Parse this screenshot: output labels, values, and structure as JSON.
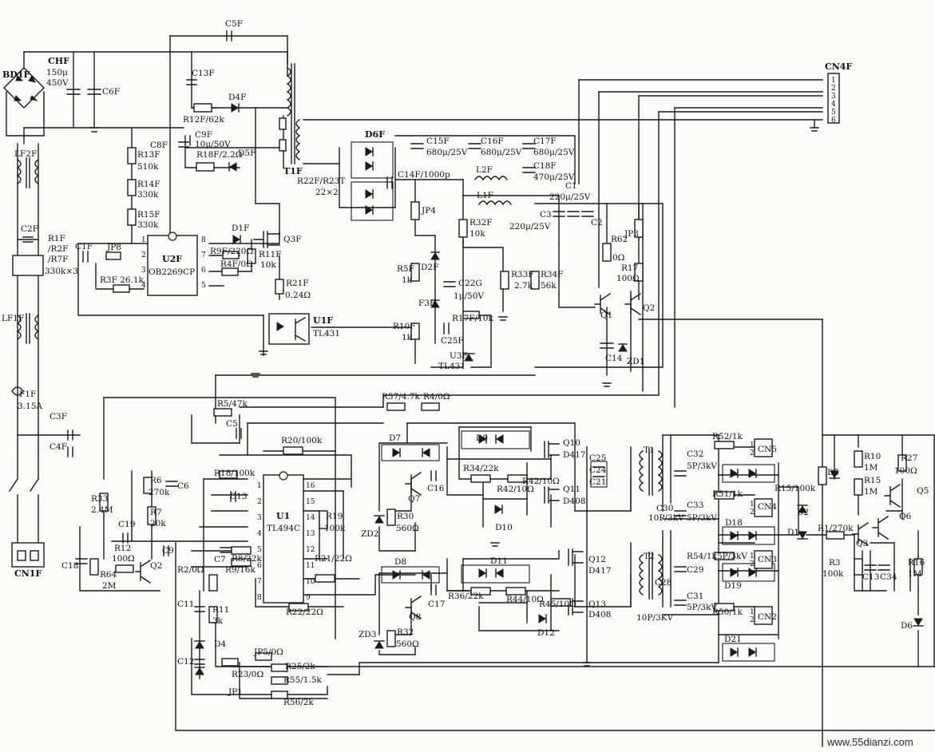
{
  "labels": {
    "BD1F": "BD1F",
    "CHF": "CHF",
    "CHF_v1": "150μ",
    "CHF_v2": "450V",
    "C6F": "C6F",
    "C5F": "C5F",
    "C13F": "C13F",
    "R12F": "R12F/62k",
    "D4F": "D4F",
    "C8F": "C8F",
    "C9F": "C9F",
    "C9F_v": "10μ/50V",
    "R18F": "R18F/2.2Ω",
    "D5F": "D5F",
    "T1F": "T1F",
    "D6F": "D6F",
    "C15F": "C15F",
    "C15F_v": "680μ/25V",
    "C16F": "C16F",
    "C16F_v": "680μ/25V",
    "C17F": "C17F",
    "C17F_v": "680μ/25V",
    "C18F": "C18F",
    "C18F_v": "470μ/25V",
    "R22F": "R22F/R23T",
    "R22F_v": "22×2",
    "C14F": "C14F/1000p",
    "L2F": "L2F",
    "L1F_s": "L1F",
    "C1": "C1",
    "C1_v": "220μ/25V",
    "C3": "C3",
    "C2": "C2",
    "C3_v": "220μ/25V",
    "CN4F": "CN4F",
    "LF2F": "LF2F",
    "R13F": "R13F",
    "R13F_v": "510k",
    "R14F": "R14F",
    "R14F_v": "330k",
    "R15F": "R15F",
    "R15F_v": "330k",
    "D1F": "D1F",
    "Q3F": "Q3F",
    "C2F": "C2F",
    "R1F": "R1F",
    "R2F": "/R2F",
    "R7F": "/R7F",
    "R1F_v": "330k×3",
    "C1F": "C1F",
    "JP8": "JP8",
    "U2F": "U2F",
    "U2F_v": "OB2269CP",
    "R9F": "R9F/220Ω",
    "R4F": "R4F/0Ω",
    "R11F": "R11F",
    "R11F_v": "10k",
    "R3F": "R3F 26.1k",
    "R21F": "R21F",
    "R21F_v": "0.24Ω",
    "JP4": "JP4",
    "R32F": "R32F",
    "R32F_v": "10k",
    "R62": "R62",
    "R62_v": "0Ω",
    "JP3": "JP3",
    "R17": "R17",
    "R17_v": "100Ω",
    "R5F": "R5F",
    "R5F_v": "1k",
    "D2F": "D2F",
    "C22G": "C22G",
    "C22G_v": "1μ/50V",
    "R33F": "R33F",
    "R33F_v": "2.7k",
    "R34F": "R34F",
    "R34F_v": "56k",
    "F3F": "F3F",
    "Q1": "Q1",
    "Q2top": "Q2",
    "LF1F": "LF1F",
    "U1F": "U1F",
    "U1F_v": "TL431",
    "R10F": "R10F",
    "R10F_v": "1k",
    "R17F": "R17F/10k",
    "C25F": "C25F",
    "U3F": "U3F",
    "U3F_v": "TL431",
    "C14": "C14",
    "ZD1": "ZD1",
    "F1F": "F1F",
    "F1F_v": "3.15A",
    "R5": "R5/47k",
    "R57": "R57/4.7k",
    "R4": "R4/0Ω",
    "C5": "C5",
    "C3F": "C3F",
    "C4F": "C4F",
    "R20": "R20/100k",
    "D7": "D7",
    "D9": "D9",
    "Q10": "Q10",
    "D417a": "D417",
    "C25": "C25",
    "C24": "C24",
    "C21": "C21",
    "T1": "T1",
    "C32": "C32",
    "C32_v": "5P/3kV",
    "R52": "R52/1k",
    "CN5": "CN5",
    "R6": "R6",
    "R6_v": "270k",
    "C6": "C6",
    "R18": "R18/100k",
    "R34": "R34/22k",
    "R42": "R42/10Ω",
    "Q11": "Q11",
    "D408a": "D408",
    "R33": "R33",
    "R33_v": "2.4M",
    "C13": "C13",
    "R19": "R19",
    "R19_v": "100k",
    "C16": "C16",
    "Q7": "Q7",
    "D10": "D10",
    "C30": "C30",
    "C30_v": "10P/3kV",
    "C33": "C33",
    "C33_v": "5P/3kV",
    "R51": "R51/1k",
    "CN4": "CN4",
    "R15": "R15/100k",
    "D5": "D5",
    "R10": "R10",
    "R10_v": "1M",
    "R15b": "R15",
    "R15b_v": "1M",
    "R27": "R27",
    "R27_v": "100Ω",
    "Q5": "Q5",
    "R7": "R7",
    "R7_v": "20k",
    "C19": "C19",
    "U1": "U1",
    "U1_v": "TL494C",
    "ZD2": "ZD2",
    "R30": "R30",
    "R30_v": "560Ω",
    "D18": "D18",
    "D2": "D2",
    "R1": "R1/270k",
    "Q6": "Q6",
    "R12": "R12",
    "R12_v": "100Ω",
    "C9": "C9",
    "C7": "C7",
    "R8": "R8/22k",
    "R21": "R21/22Ω",
    "D8": "D8",
    "D11": "D11",
    "Q12": "Q12",
    "D417b": "D417",
    "T2": "T2",
    "R54": "R54/1k",
    "CN3": "CN3",
    "D1": "D1",
    "Q3": "Q3",
    "C18": "C18",
    "R64": "R64",
    "R64_v": "2M",
    "Q2": "Q2",
    "R2": "R2/0Ω",
    "R9": "R9/16k",
    "C28": "C28",
    "C29": "C29",
    "C29_v": "5P/3kV",
    "R3": "R3",
    "R3_v": "100k",
    "C13b": "C13",
    "C34": "C34",
    "R16": "R16",
    "R16_v": "1M",
    "CN1F": "CN1F",
    "C11": "C11",
    "R11": "R11",
    "R11_v": "3k",
    "R22": "R22/22Ω",
    "C17": "C17",
    "R36": "R36/22k",
    "R44": "R44/10Ω",
    "Q8": "Q8",
    "R45": "R45/10Ω",
    "Q13": "Q13",
    "D408b": "D408",
    "C31": "C31",
    "C31_v": "5P/3kV",
    "D19": "D19",
    "ZD3": "ZD3",
    "R32": "R32",
    "R32_v": "560Ω",
    "D12": "D12",
    "C29b_v": "10P/3KV",
    "R50": "R50/1k",
    "CN2": "CN2",
    "D6": "D6",
    "D4": "D4",
    "C12": "C12",
    "R23": "R23/0Ω",
    "JP5": "JP5/0Ω",
    "R25": "R25/2k",
    "R55": "R55/1.5k",
    "JP1": "JP1",
    "R56": "R56/2k",
    "D21": "D21",
    "watermark": "www.55dianzi.com"
  },
  "pins": {
    "u2f": [
      "1",
      "2",
      "3",
      "4",
      "8",
      "7",
      "6",
      "5"
    ],
    "u1_left": [
      "1",
      "2",
      "3",
      "4",
      "5",
      "6",
      "7",
      "8"
    ],
    "u1_right": [
      "16",
      "15",
      "14",
      "13",
      "12",
      "11",
      "10",
      "9"
    ],
    "cn4f": [
      "1",
      "2",
      "3",
      "4",
      "5",
      "6"
    ],
    "cn_pair": [
      "1",
      "2"
    ]
  }
}
